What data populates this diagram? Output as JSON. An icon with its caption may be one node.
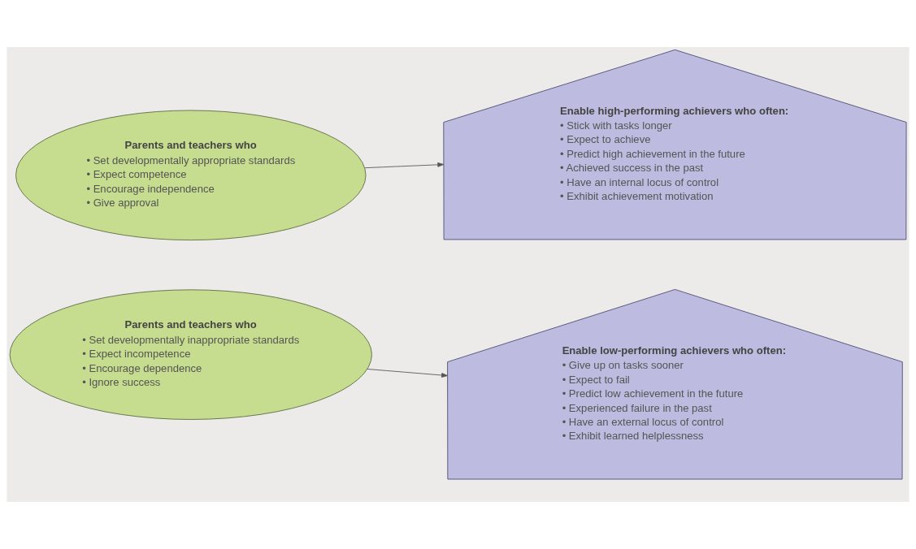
{
  "diagram": {
    "nodes": [
      {
        "text": [
          "Parents and teachers who",
          "• Set developmentally appropriate standards",
          "• Expect competence",
          "• Encourage independence",
          "• Give approval"
        ]
      },
      {
        "text": [
          "Enable high-performing achievers who often:",
          "• Stick with tasks longer",
          "• Expect to achieve",
          "• Predict high achievement in the future",
          "• Achieved success in the past",
          "• Have an internal locus of control",
          "• Exhibit achievement motivation"
        ]
      },
      {
        "text": [
          "Parents and teachers who",
          "• Set developmentally inappropriate standards",
          "• Expect incompetence",
          "• Encourage dependence",
          "• Ignore success"
        ]
      },
      {
        "text": [
          "Enable low-performing achievers who often:",
          "• Give up on tasks sooner",
          "• Expect to fail",
          "• Predict low achievement in the future",
          "• Experienced failure in the past",
          "• Have an external locus of control",
          "• Exhibit learned helplessness"
        ]
      }
    ],
    "edges": [
      {
        "from": 0,
        "to": 1,
        "arrow": "to"
      },
      {
        "from": 2,
        "to": 3,
        "arrow": "to"
      }
    ]
  }
}
